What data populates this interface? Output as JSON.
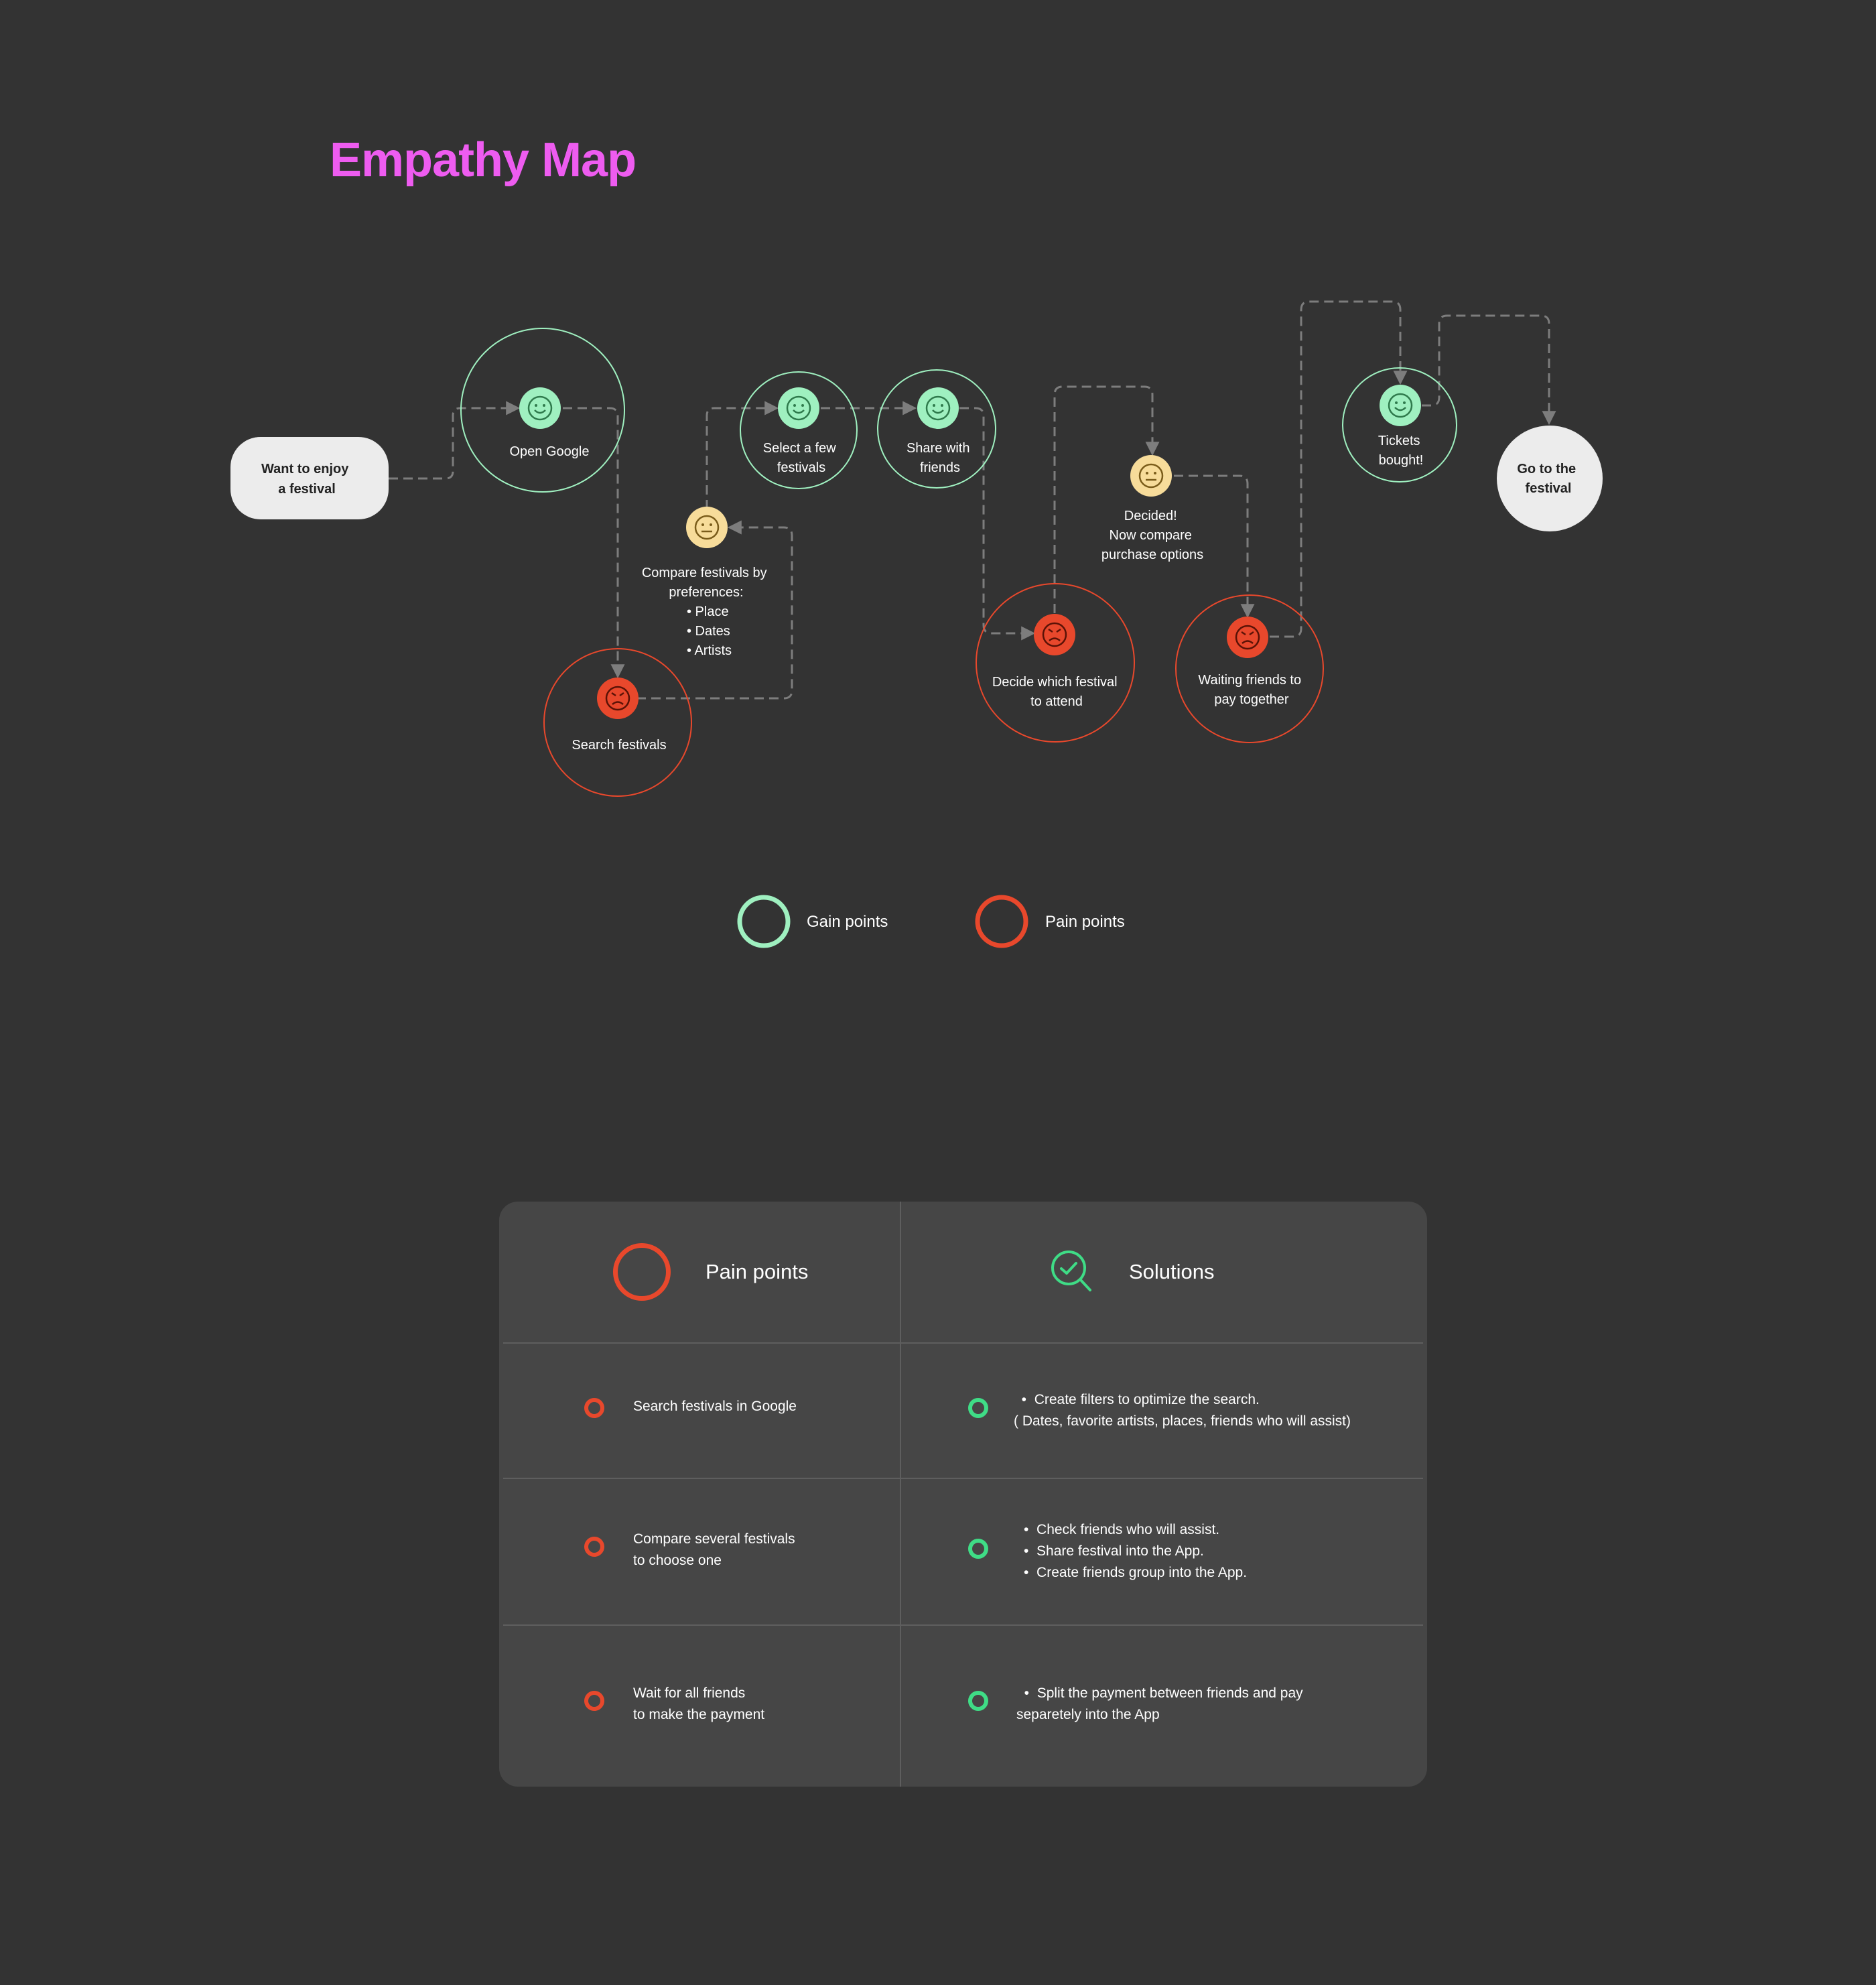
{
  "title": "Empathy Map",
  "colors": {
    "background": "#333333",
    "title": "#ee5cf0",
    "gain": "#9ff0c0",
    "pain": "#e8482c",
    "neutral": "#f7dc9a",
    "start_end": "#ececec",
    "solution_icon": "#3fdc86"
  },
  "nodes": [
    {
      "id": "start",
      "kind": "start",
      "label": "Want to enjoy\na festival"
    },
    {
      "id": "open-google",
      "kind": "gain",
      "mood": "happy",
      "label": "Open Google"
    },
    {
      "id": "search-festivals",
      "kind": "pain",
      "mood": "angry",
      "label": "Search festivals"
    },
    {
      "id": "compare-festivals",
      "kind": "neutral",
      "mood": "neutral",
      "label": "Compare festivals by\npreferences:",
      "bullets": [
        "Place",
        "Dates",
        "Artists"
      ]
    },
    {
      "id": "select-festivals",
      "kind": "gain",
      "mood": "happy",
      "label": "Select a few\nfestivals"
    },
    {
      "id": "share-friends",
      "kind": "gain",
      "mood": "happy",
      "label": "Share with\nfriends"
    },
    {
      "id": "decide-festival",
      "kind": "pain",
      "mood": "angry",
      "label": "Decide which festival\nto attend"
    },
    {
      "id": "decided",
      "kind": "neutral",
      "mood": "neutral",
      "label": "Decided!\nNow compare\npurchase options"
    },
    {
      "id": "waiting-friends",
      "kind": "pain",
      "mood": "angry",
      "label": "Waiting friends to\npay together"
    },
    {
      "id": "tickets-bought",
      "kind": "gain",
      "mood": "happy",
      "label": "Tickets\nbought!"
    },
    {
      "id": "end",
      "kind": "end",
      "label": "Go to the\nfestival"
    }
  ],
  "legend": {
    "gain": "Gain points",
    "pain": "Pain points"
  },
  "table": {
    "pain_header": "Pain points",
    "solutions_header": "Solutions",
    "rows": [
      {
        "pain": "Search festivals in Google",
        "solutions": [
          "Create filters to optimize the search.",
          "( Dates, favorite artists, places, friends who will assist)"
        ]
      },
      {
        "pain": "Compare several festivals\nto choose one",
        "solutions": [
          "Check friends who will assist.",
          "Share festival into the App.",
          "Create friends group into the App."
        ]
      },
      {
        "pain": "Wait for all friends\nto make the payment",
        "solutions": [
          "Split the payment between friends and pay",
          "separetely into the App"
        ]
      }
    ]
  }
}
